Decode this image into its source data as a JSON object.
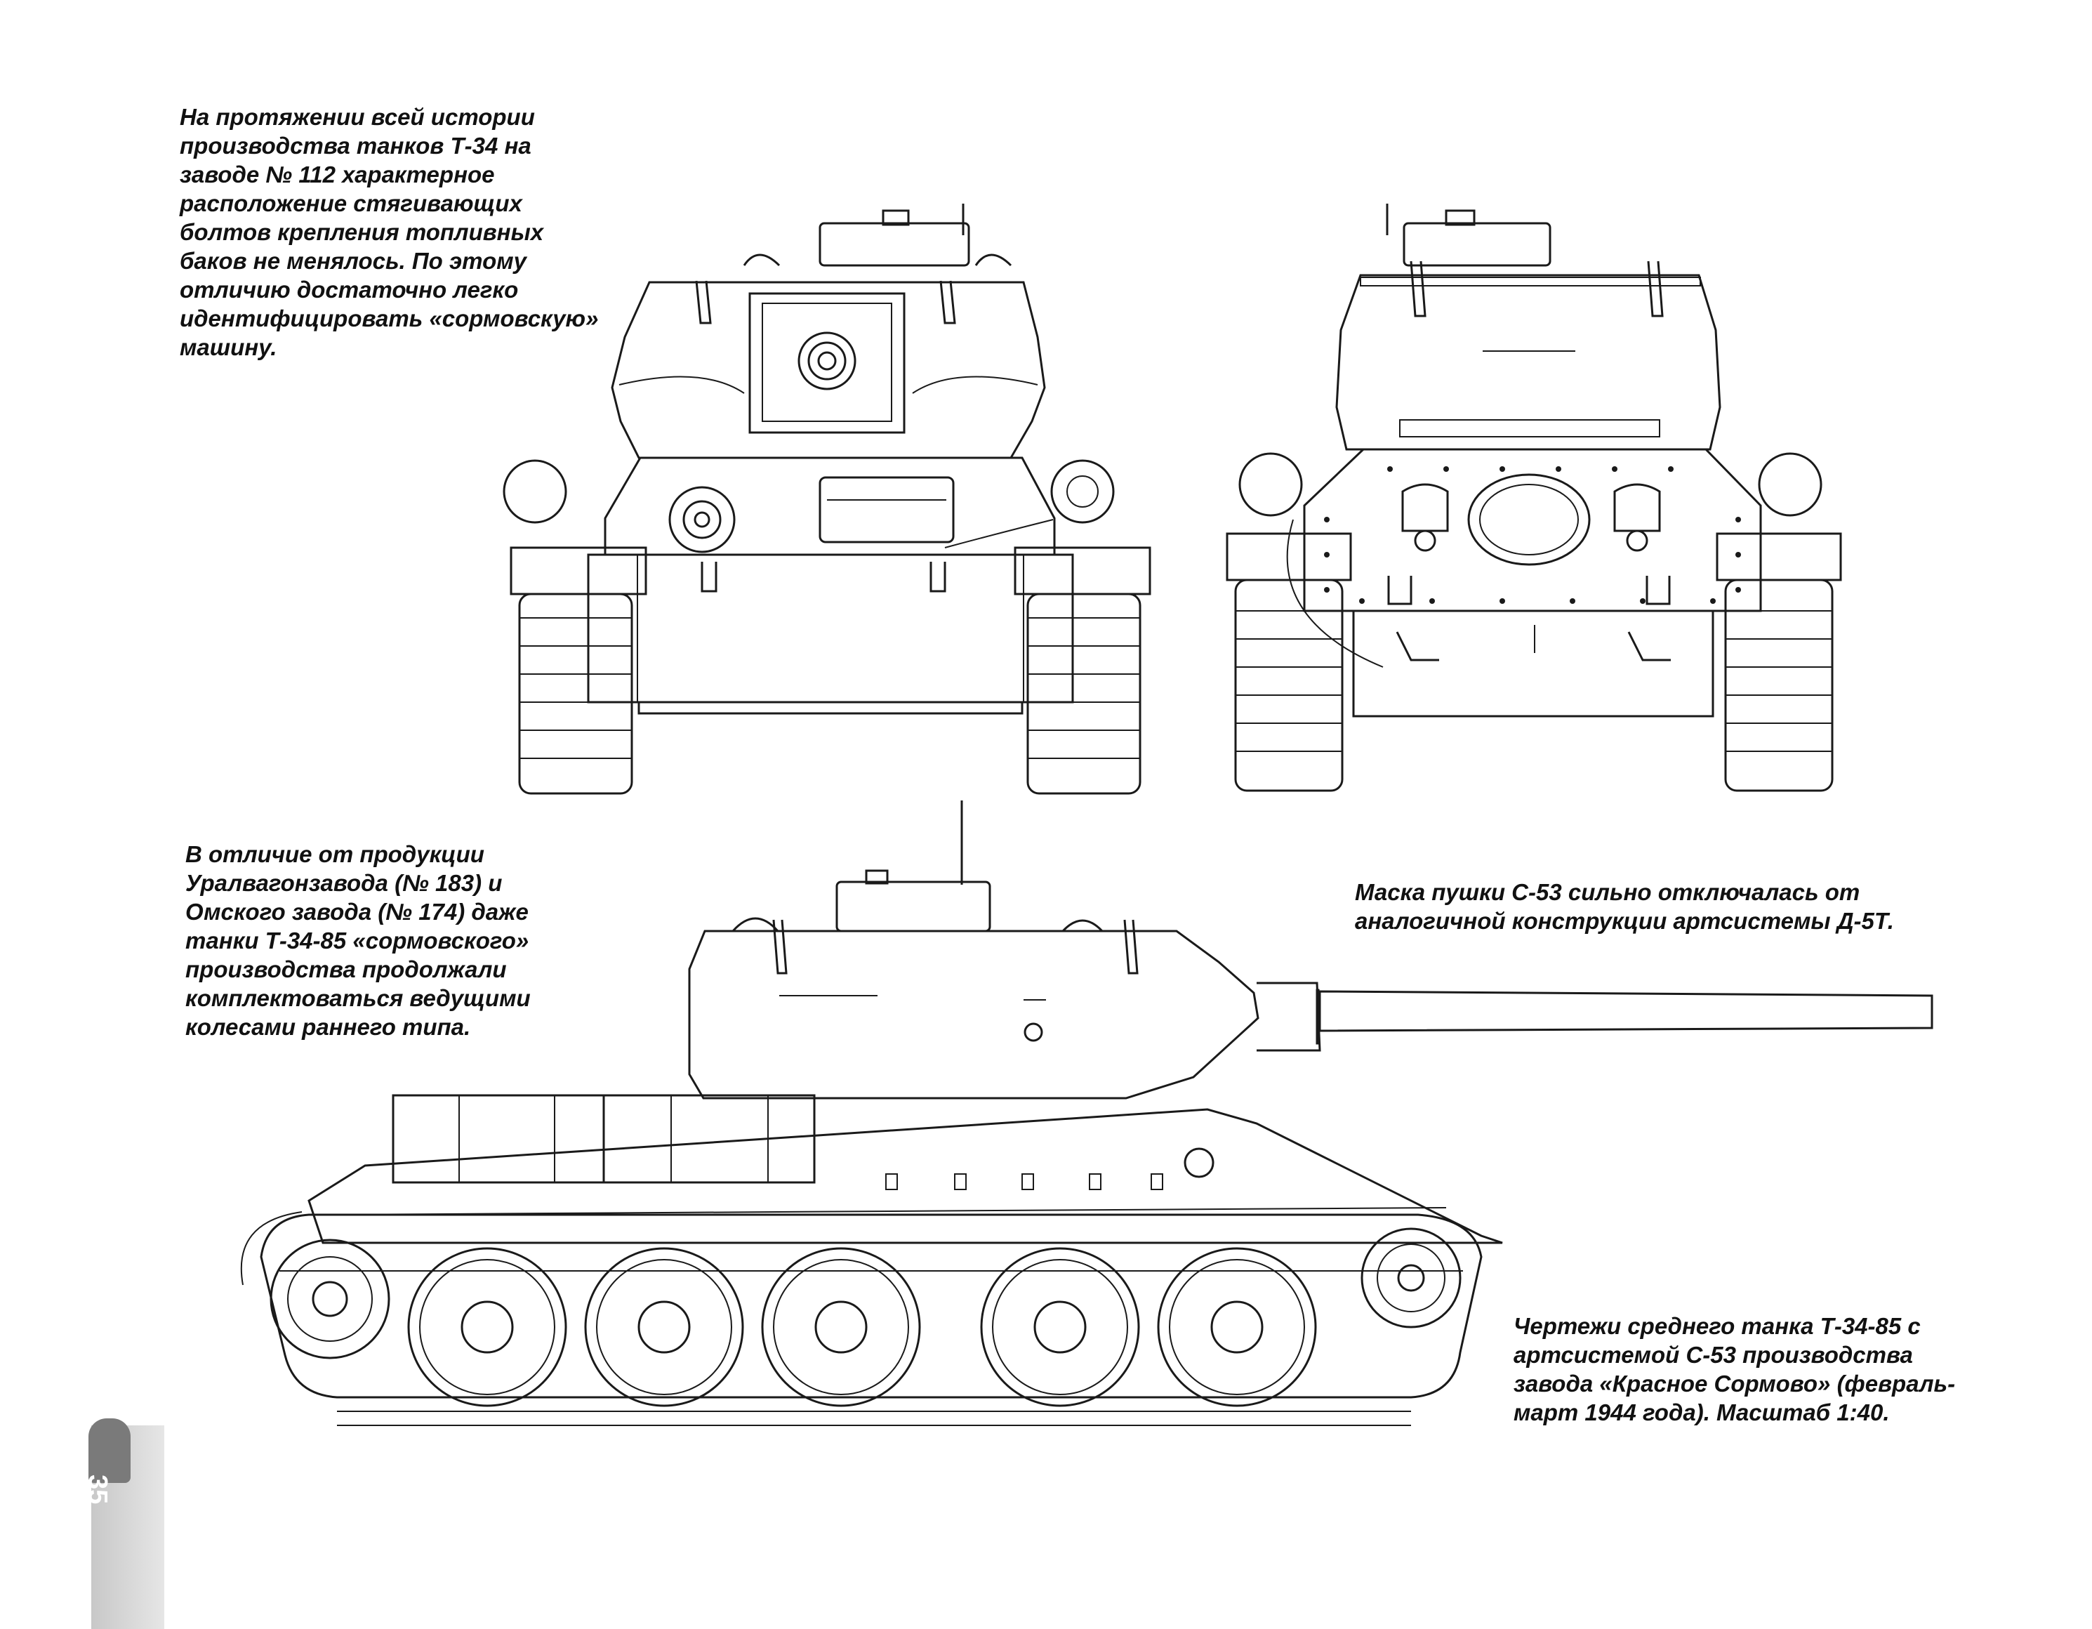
{
  "captions": {
    "factory_112": [
      "На протяжении всей истории",
      "производства танков Т-34 на",
      "заводе № 112 характерное",
      "расположение стягивающих",
      "болтов крепления топливных",
      "баков не менялось. По этому",
      "отличию достаточно легко",
      "идентифицировать «сормовскую»",
      "машину."
    ],
    "drive_wheels": [
      "В отличие от продукции",
      "Уралвагонзавода (№ 183) и",
      "Омского завода (№ 174) даже",
      "танки Т-34-85 «сормовского»",
      "производства продолжали",
      "комплектоваться ведущими",
      "колесами раннего типа."
    ],
    "gun_mask": [
      "Маска пушки С-53 сильно отключалась от",
      "аналогичной конструкции артсистемы Д-5Т."
    ],
    "drawing_title": [
      "Чертежи среднего танка Т-34-85 с",
      "артсистемой С-53 производства",
      "завода «Красное Сормово» (февраль-",
      "март 1944 года). Масштаб 1:40."
    ]
  },
  "page_number": "35",
  "colors": {
    "ink": "#111111",
    "paper": "#ffffff",
    "tab": "#c8c8c8"
  }
}
